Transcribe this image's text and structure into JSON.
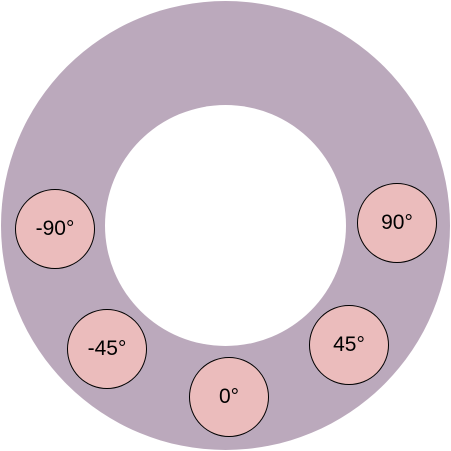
{
  "colors": {
    "ring": "#bba9bc",
    "marker_fill": "#ebbcbc",
    "marker_border": "#000000",
    "hole": "#ffffff"
  },
  "markers": [
    {
      "label": "-90°"
    },
    {
      "label": "-45°"
    },
    {
      "label": "0°"
    },
    {
      "label": "45°"
    },
    {
      "label": "90°"
    }
  ]
}
